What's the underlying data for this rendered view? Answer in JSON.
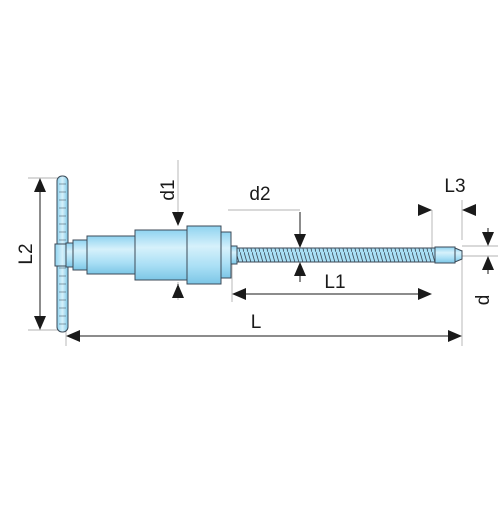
{
  "labels": {
    "l2": "L2",
    "d1": "d1",
    "d2": "d2",
    "l3": "L3",
    "l1": "L1",
    "l": "L",
    "d": "d"
  },
  "colors": {
    "tool_fill": "#a9dff5",
    "tool_light": "#d6f1fb",
    "tool_stroke": "#3c4a57",
    "dimension_line": "#1a1a1a",
    "extension_line": "#9a9a9a"
  }
}
